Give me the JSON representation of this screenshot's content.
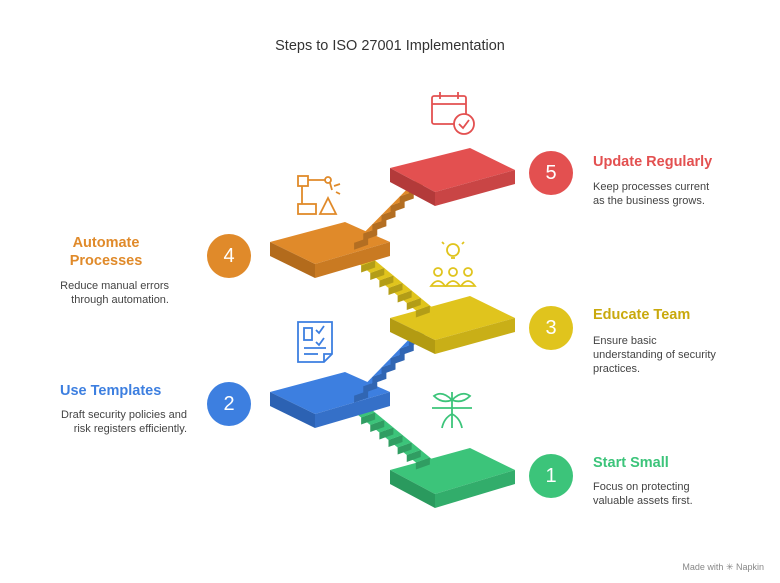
{
  "title": "Steps to ISO 27001 Implementation",
  "steps": [
    {
      "number": "1",
      "title": "Start Small",
      "desc": [
        "Focus on protecting",
        "valuable assets first."
      ],
      "color": "#3cc47a",
      "icon": "sprout-icon"
    },
    {
      "number": "2",
      "title": "Use Templates",
      "desc": [
        "Draft security policies and",
        "risk registers efficiently."
      ],
      "color": "#3d7fe0",
      "icon": "checklist-document-icon"
    },
    {
      "number": "3",
      "title": "Educate Team",
      "desc": [
        "Ensure basic",
        "understanding of security",
        "practices."
      ],
      "color": "#e0c41d",
      "icon": "team-idea-icon"
    },
    {
      "number": "4",
      "title": "Automate Processes",
      "title_lines": [
        "Automate",
        "Processes"
      ],
      "desc": [
        "Reduce manual errors",
        "through automation."
      ],
      "color": "#e08a2a",
      "icon": "robot-arm-icon"
    },
    {
      "number": "5",
      "title": "Update Regularly",
      "desc": [
        "Keep processes current",
        "as the business grows."
      ],
      "color": "#e35050",
      "icon": "calendar-check-icon"
    }
  ],
  "watermark": "Made with ✳ Napkin"
}
